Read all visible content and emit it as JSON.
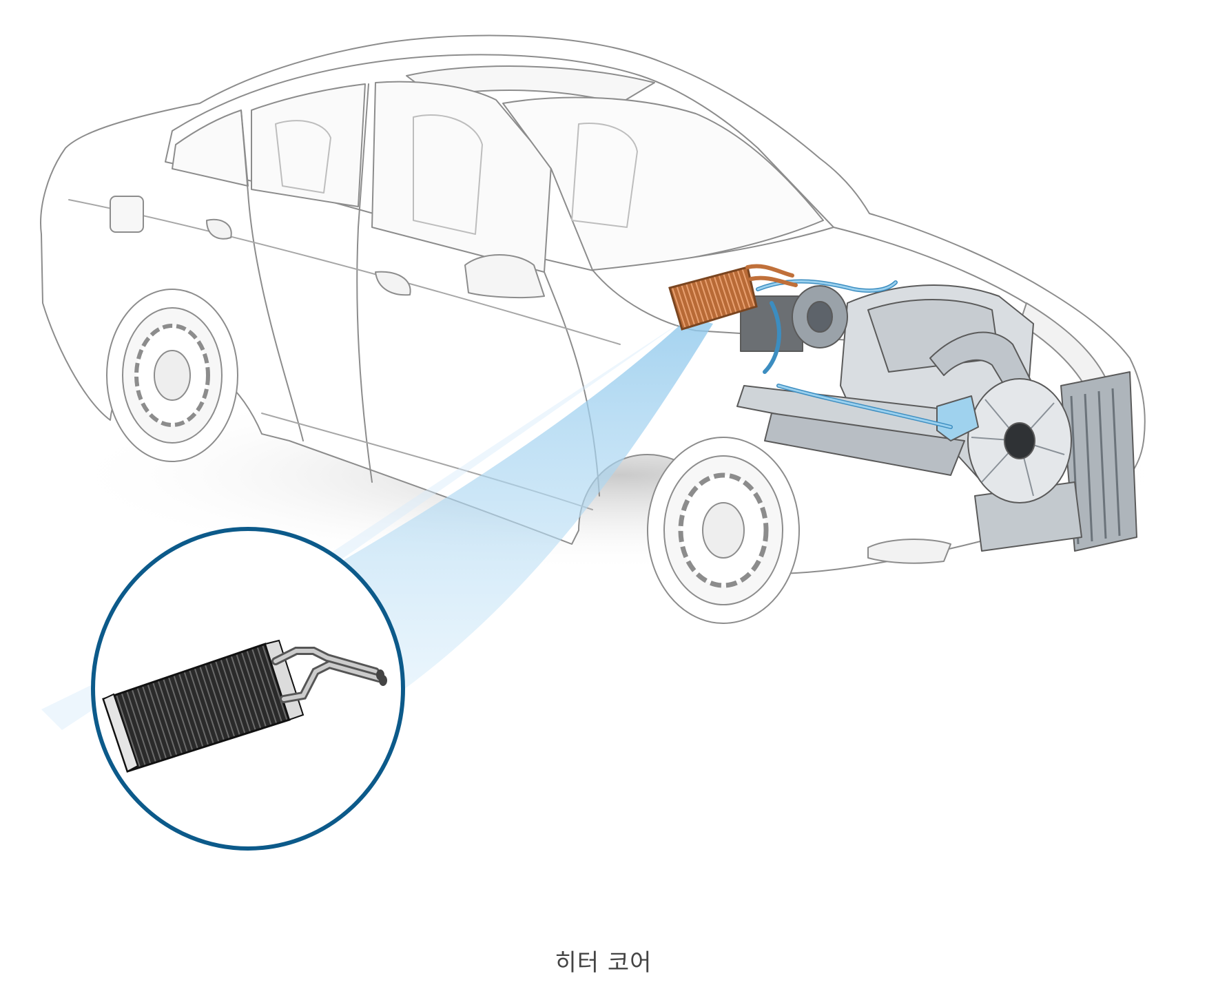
{
  "caption": "히터 코어",
  "colors": {
    "outline": "#8c8c8c",
    "outline_dark": "#5a5a5a",
    "engine_fill": "#d9dde1",
    "engine_dark": "#8f979e",
    "heater_core_copper": "#c0703a",
    "heater_core_dark": "#7a4520",
    "hose_blue": "#6fb6de",
    "beam_blue": "#bfe0f5",
    "callout_ring": "#0c5a8a",
    "core_black": "#222222",
    "shadow": "#cfcfcf"
  },
  "icons": {
    "car": "car-illustration",
    "heater_core_highlight": "heater-core-icon",
    "callout": "magnifier-callout"
  }
}
